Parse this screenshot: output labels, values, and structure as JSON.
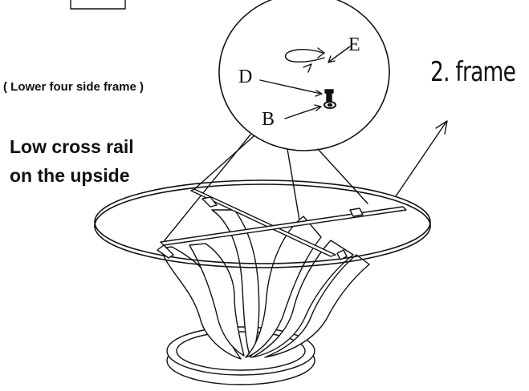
{
  "labels": {
    "lower_frame": "( Lower four side frame )",
    "cross_rail_line1": "Low cross rail",
    "cross_rail_line2": "on the upside",
    "step_title": "2. frame",
    "part_d": "D",
    "part_b": "B",
    "part_e": "E"
  },
  "colors": {
    "ink": "#111111",
    "background": "#ffffff"
  },
  "icons": {
    "rotation": "rotate-arrow-icon",
    "bolt": "bolt-icon",
    "washer": "washer-icon"
  }
}
